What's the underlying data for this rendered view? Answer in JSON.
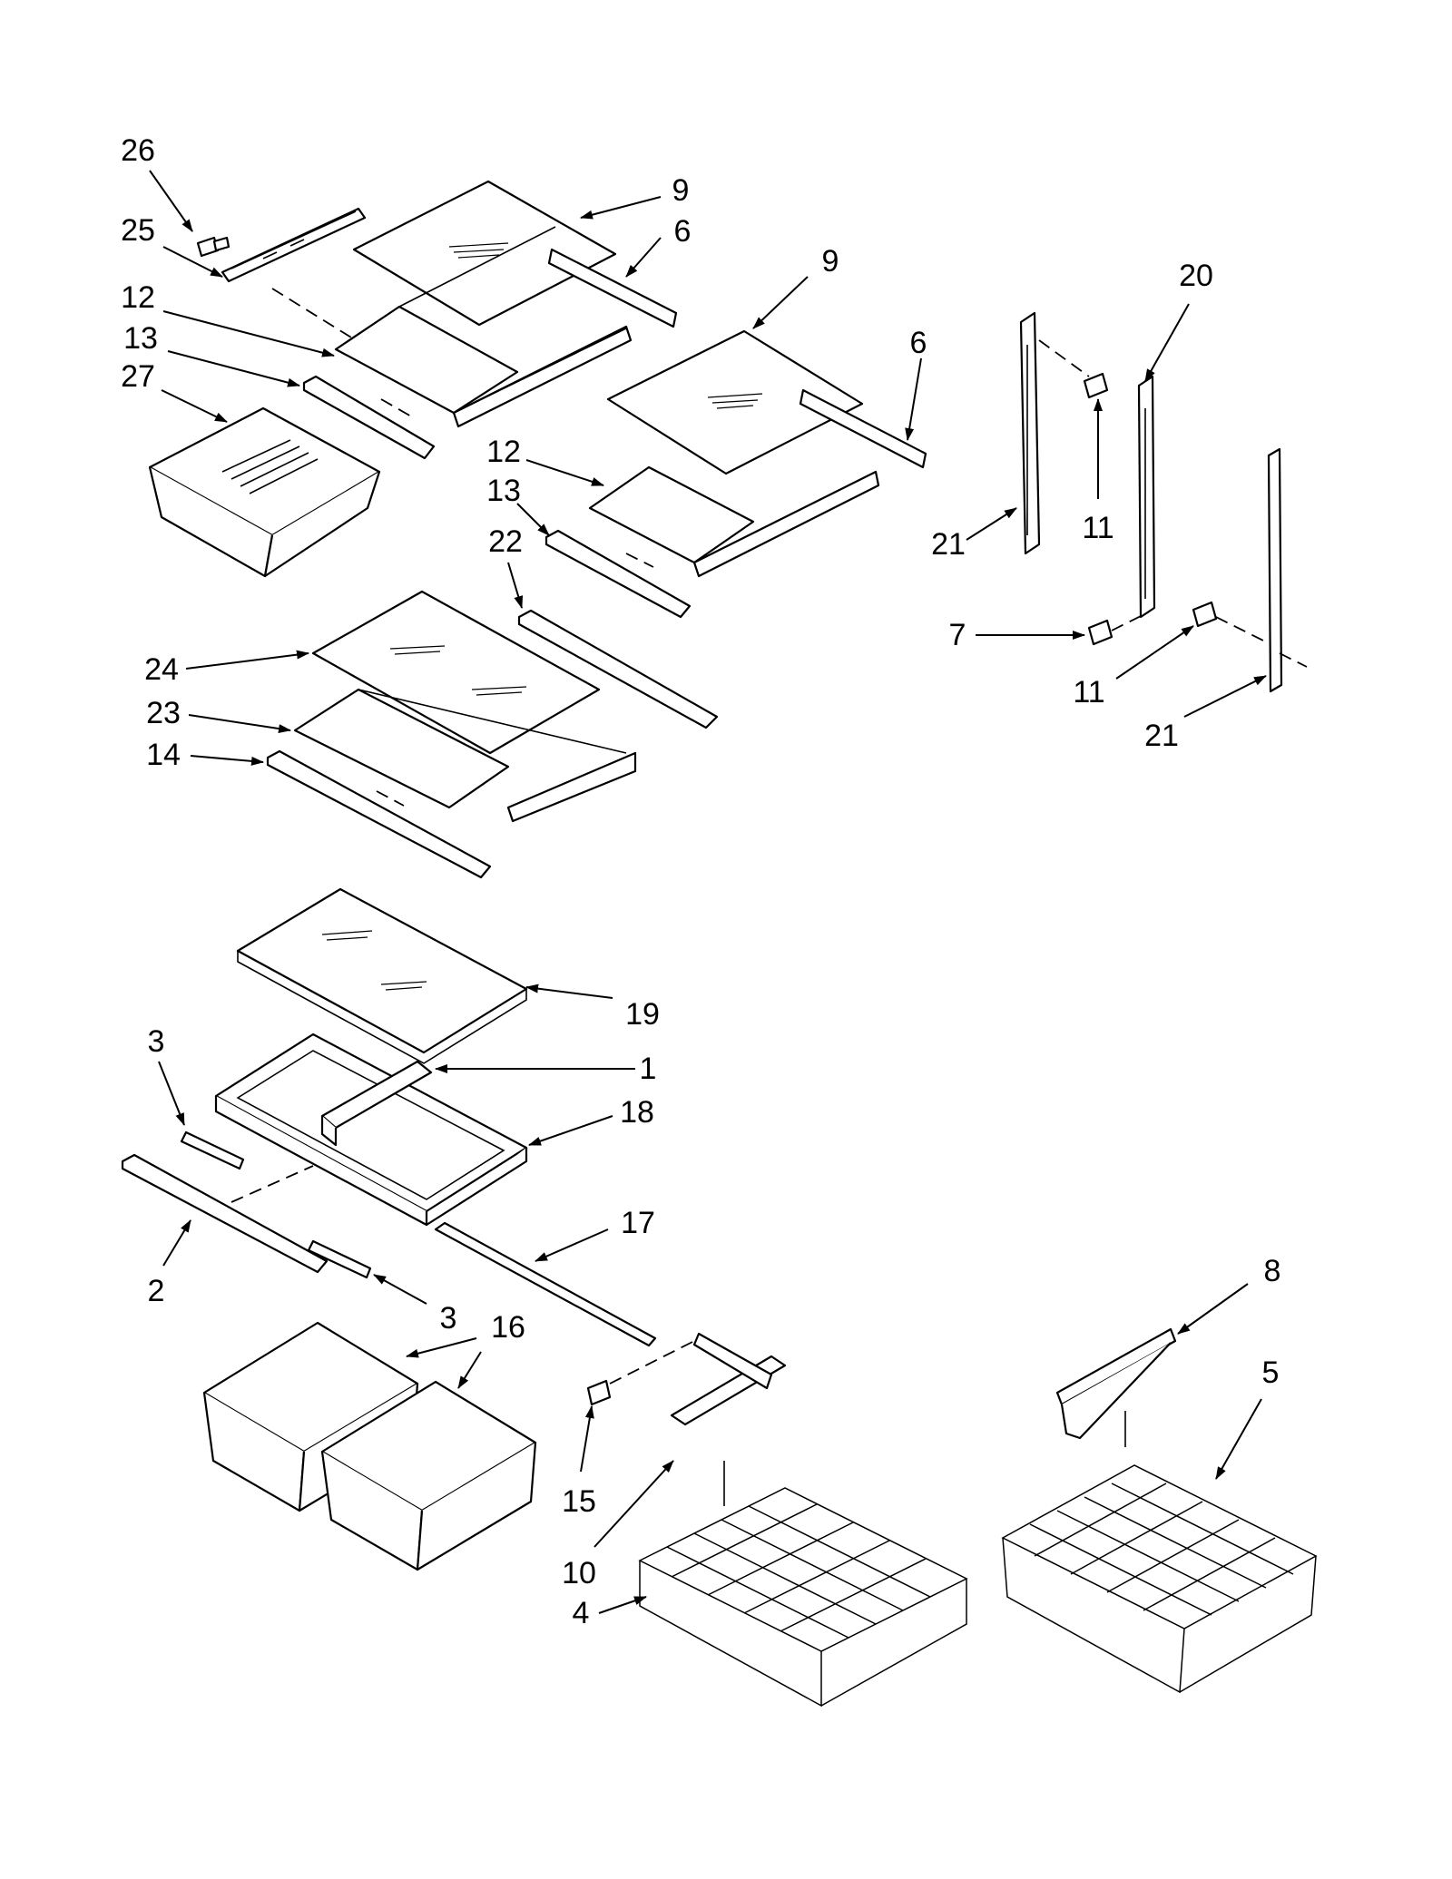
{
  "diagram": {
    "type": "exploded-parts-diagram",
    "callouts": [
      {
        "id": "c26",
        "label": "26"
      },
      {
        "id": "c25",
        "label": "25"
      },
      {
        "id": "c12a",
        "label": "12"
      },
      {
        "id": "c13a",
        "label": "13"
      },
      {
        "id": "c27",
        "label": "27"
      },
      {
        "id": "c9a",
        "label": "9"
      },
      {
        "id": "c6a",
        "label": "6"
      },
      {
        "id": "c9b",
        "label": "9"
      },
      {
        "id": "c6b",
        "label": "6"
      },
      {
        "id": "c12b",
        "label": "12"
      },
      {
        "id": "c13b",
        "label": "13"
      },
      {
        "id": "c22",
        "label": "22"
      },
      {
        "id": "c24",
        "label": "24"
      },
      {
        "id": "c23",
        "label": "23"
      },
      {
        "id": "c14",
        "label": "14"
      },
      {
        "id": "c20",
        "label": "20"
      },
      {
        "id": "c21a",
        "label": "21"
      },
      {
        "id": "c11a",
        "label": "11"
      },
      {
        "id": "c7",
        "label": "7"
      },
      {
        "id": "c11b",
        "label": "11"
      },
      {
        "id": "c21b",
        "label": "21"
      },
      {
        "id": "c19",
        "label": "19"
      },
      {
        "id": "c3a",
        "label": "3"
      },
      {
        "id": "c1",
        "label": "1"
      },
      {
        "id": "c18",
        "label": "18"
      },
      {
        "id": "c17",
        "label": "17"
      },
      {
        "id": "c2",
        "label": "2"
      },
      {
        "id": "c3b",
        "label": "3"
      },
      {
        "id": "c16",
        "label": "16"
      },
      {
        "id": "c8",
        "label": "8"
      },
      {
        "id": "c5",
        "label": "5"
      },
      {
        "id": "c15",
        "label": "15"
      },
      {
        "id": "c10",
        "label": "10"
      },
      {
        "id": "c4",
        "label": "4"
      }
    ]
  }
}
